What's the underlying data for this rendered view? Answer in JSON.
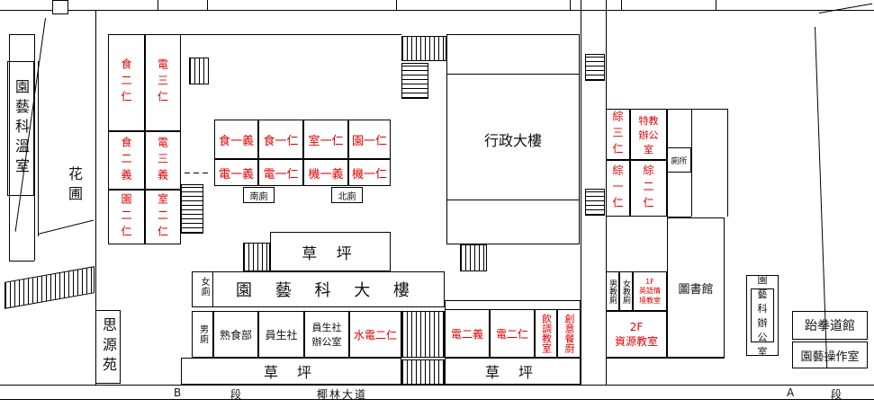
{
  "buildings": {
    "greenhouse": "園藝科溫室",
    "garden": "花圃",
    "siyuan": "思源苑",
    "admin": "行政大樓",
    "horticulture_building": "園 藝 科 大 樓",
    "library": "圖書館",
    "taekwondo": "跆拳道館",
    "hort_workshop": "園藝操作室",
    "hort_office": "園藝科辦公室"
  },
  "rooms": {
    "food_2_ren": "食二仁",
    "elec_3_ren": "電三仁",
    "food_2_yi": "食二義",
    "elec_3_yi": "電三義",
    "garden_2_ren": "園二仁",
    "room_2_ren": "室二仁",
    "food_1_yi": "食一義",
    "food_1_ren": "食一仁",
    "room_1_ren": "室一仁",
    "garden_1_ren": "園一仁",
    "elec_1_yi": "電一義",
    "elec_1_ren": "電一仁",
    "mech_1_yi": "機一義",
    "mech_1_ren": "機一仁",
    "south_toilet": "南廁",
    "north_toilet": "北廁",
    "female_toilet_1": "女廁",
    "male_toilet_1": "男廁",
    "cooked_food": "熟食部",
    "coop": "員生社",
    "coop_office": "員生社辦公室",
    "water_elec_2_ren": "水電二仁",
    "elec_2_yi": "電二義",
    "elec_2_ren": "電二仁",
    "counsel_room": "飲調教室",
    "creative_kitchen": "創意餐廚",
    "comp_3_ren": "綜三仁",
    "special_ed_office": "特教辦公室",
    "comp_1_ren": "綜一仁",
    "comp_2_ren": "綜二仁",
    "toilet": "廁所",
    "male_toilet_2": "男教廁",
    "female_toilet_2": "女教廁",
    "english_room_floor": "1F",
    "english_room": "英語情境教室",
    "resource_floor": "2F",
    "resource_room": "資源教室"
  },
  "lawns": {
    "lawn_top": "草 坪",
    "lawn_bottom_left": "草 坪",
    "lawn_bottom_right": "草 坪"
  },
  "roads": {
    "section_b": "B",
    "section_b_suffix": "段",
    "coconut_road": "椰林大道",
    "section_a": "A",
    "section_a_suffix": "段"
  }
}
